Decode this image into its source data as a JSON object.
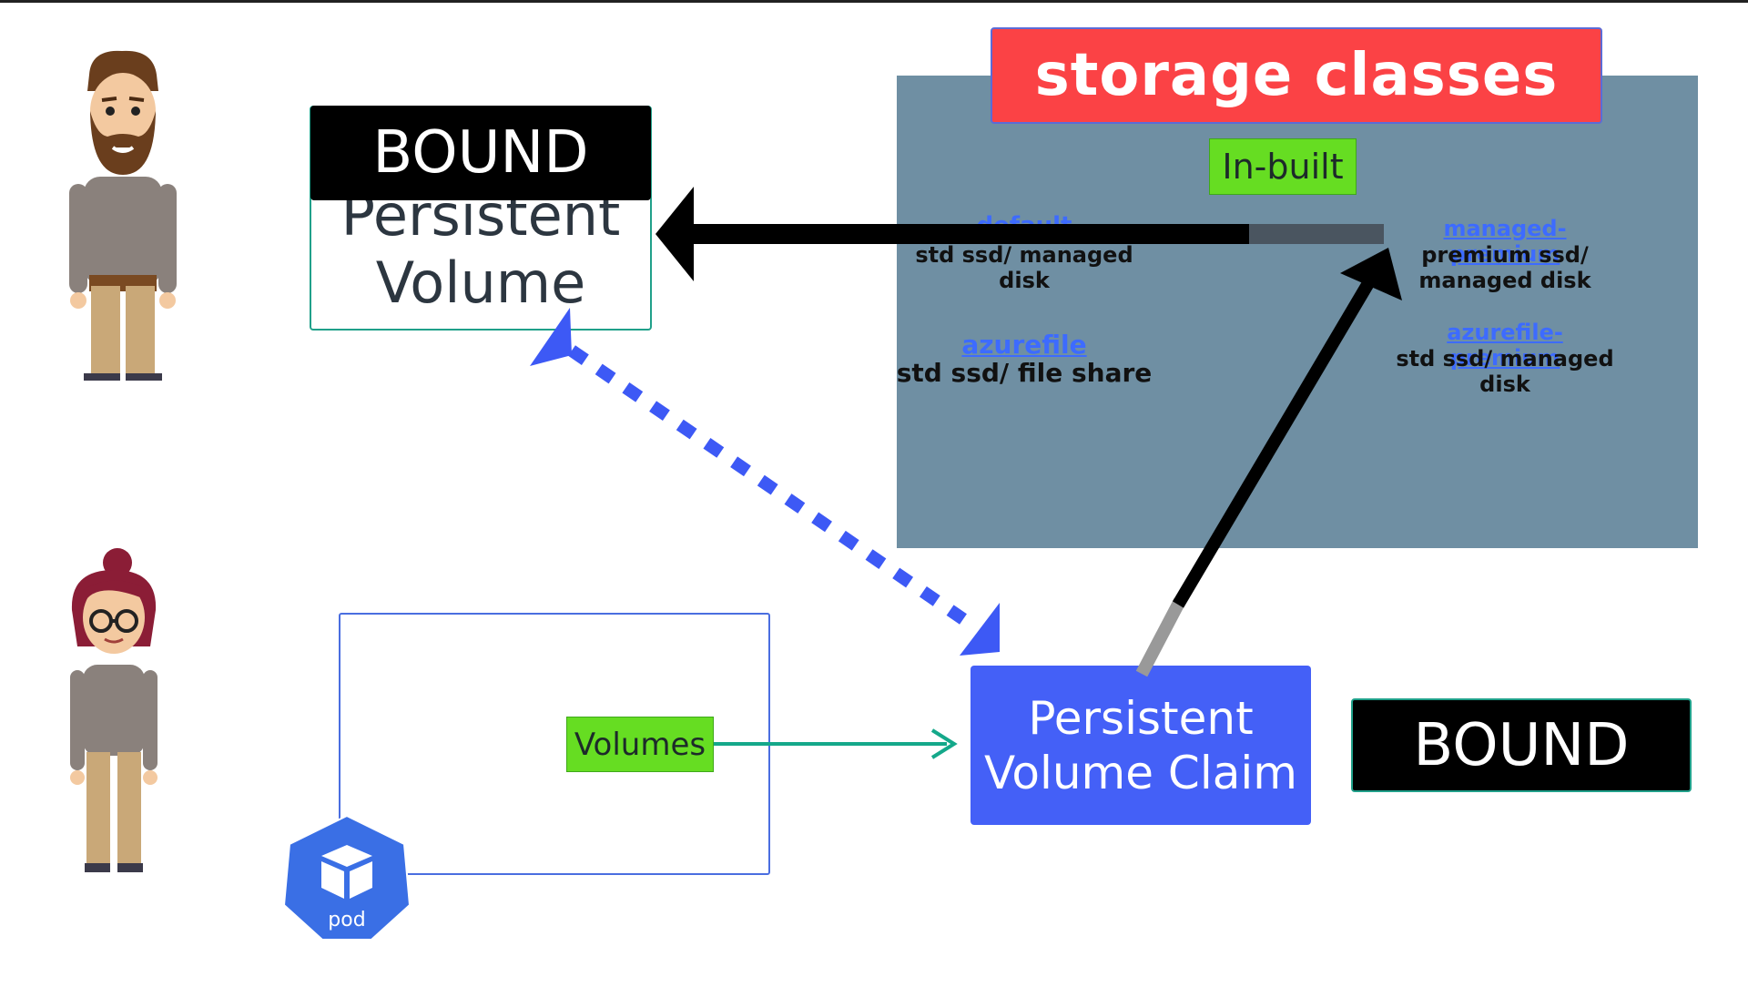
{
  "storage_classes": {
    "title": "storage classes",
    "inbuilt_label": "In-built",
    "classes": [
      {
        "name": "default",
        "desc_line1": "std ssd/ managed",
        "desc_line2": "disk"
      },
      {
        "name": "managed-premium",
        "desc_line1": "premium ssd/",
        "desc_line2": "managed disk"
      },
      {
        "name": "azurefile",
        "desc_line1": "std ssd/ file share",
        "desc_line2": ""
      },
      {
        "name": "azurefile-premium",
        "desc_line1": "std ssd/ managed",
        "desc_line2": "disk"
      }
    ]
  },
  "persistent_volume": {
    "status": "BOUND",
    "label_line1": "Persistent",
    "label_line2": "Volume"
  },
  "persistent_volume_claim": {
    "label_line1": "Persistent",
    "label_line2": "Volume Claim",
    "status": "BOUND"
  },
  "pod": {
    "volumes_label": "Volumes",
    "icon_label": "pod"
  },
  "colors": {
    "storage_title_bg": "#fb4245",
    "storage_panel_bg": "#6f8fa3",
    "inbuilt_bg": "#66dd22",
    "pvc_bg": "#4460f7",
    "pod_hex": "#3a6fe5",
    "link": "#3d6bff",
    "dotted_arrow": "#3d59f5",
    "volume_arrow": "#14a88a"
  }
}
